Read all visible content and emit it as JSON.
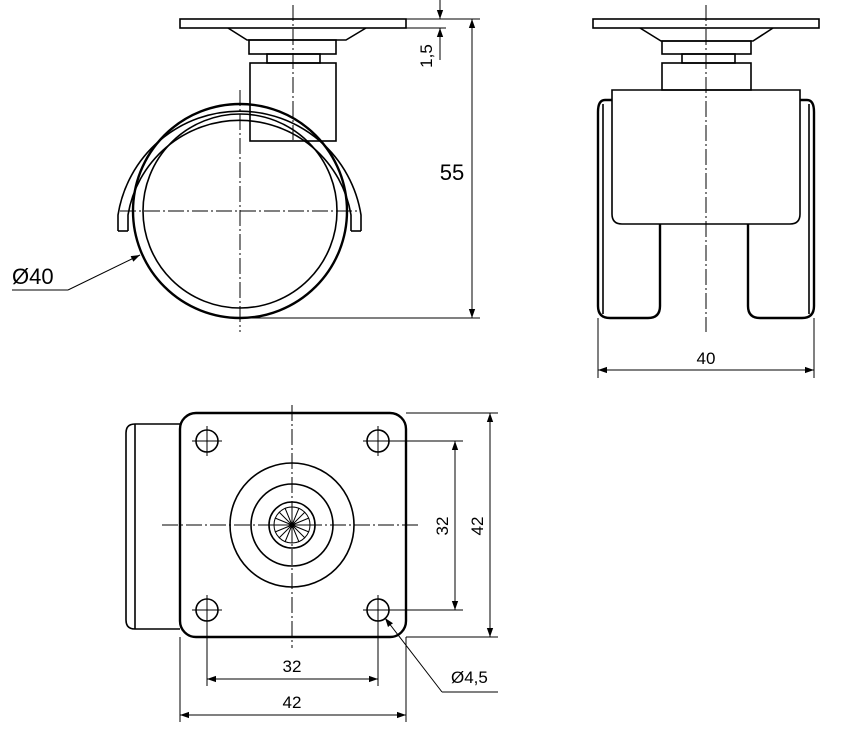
{
  "side_view": {
    "height_label": "55",
    "plate_label": "1,5",
    "wheel_diameter_label": "Ø40"
  },
  "front_view": {
    "width_label": "40"
  },
  "top_view": {
    "hole_spacing_x_label": "32",
    "plate_width_label": "42",
    "hole_spacing_y_label": "32",
    "plate_height_label": "42",
    "hole_diameter_label": "Ø4,5"
  }
}
